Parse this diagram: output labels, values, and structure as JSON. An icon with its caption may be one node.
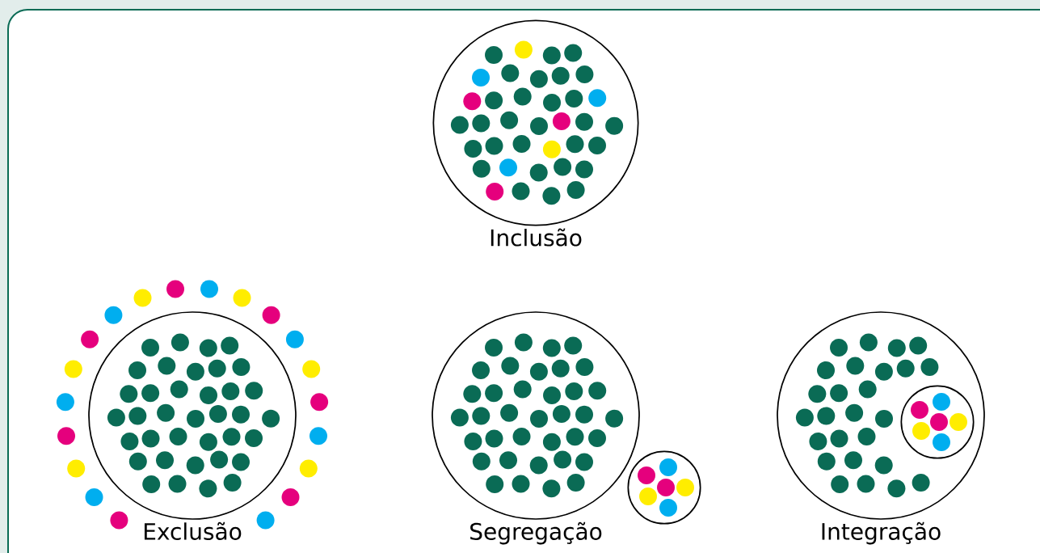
{
  "diagram": {
    "nodes": [
      {
        "text": [
          "Inclusão"
        ]
      },
      {
        "text": [
          "Exclusão"
        ]
      },
      {
        "text": [
          "Segregação"
        ]
      },
      {
        "text": [],
        "shape": "circle"
      },
      {
        "text": [
          "Integração"
        ]
      },
      {
        "text": [],
        "shape": "circle",
        "in": 4
      }
    ]
  }
}
